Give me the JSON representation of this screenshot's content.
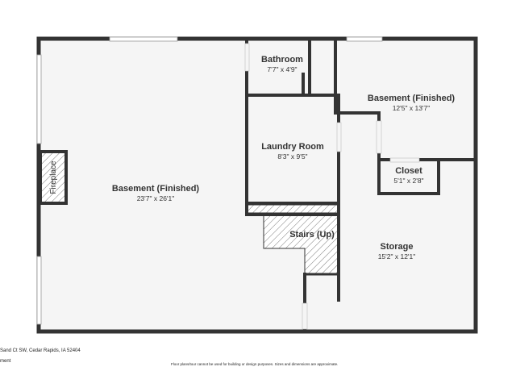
{
  "rooms": {
    "basement_main": {
      "name": "Basement (Finished)",
      "dims": "23'7\" x 26'1\""
    },
    "bathroom": {
      "name": "Bathroom",
      "dims": "7'7\" x 4'9\""
    },
    "basement_right": {
      "name": "Basement (Finished)",
      "dims": "12'5\" x 13'7\""
    },
    "laundry": {
      "name": "Laundry Room",
      "dims": "8'3\" x 9'5\""
    },
    "closet": {
      "name": "Closet",
      "dims": "5'1\" x 2'8\""
    },
    "stairs": {
      "name": "Stairs (Up)"
    },
    "storage": {
      "name": "Storage",
      "dims": "15'2\" x 12'1\""
    }
  },
  "fireplace": {
    "label": "Fireplace"
  },
  "footer": {
    "address": "Sand Ct SW, Cedar Rapids, IA 52404",
    "level": "ment",
    "disclaimer": "Floor plans/tour cannot be used for building or design purposes. Sizes and dimensions are approximate."
  },
  "colors": {
    "wall": "#333333",
    "floor": "#f5f5f5",
    "window": "#ffffff"
  }
}
